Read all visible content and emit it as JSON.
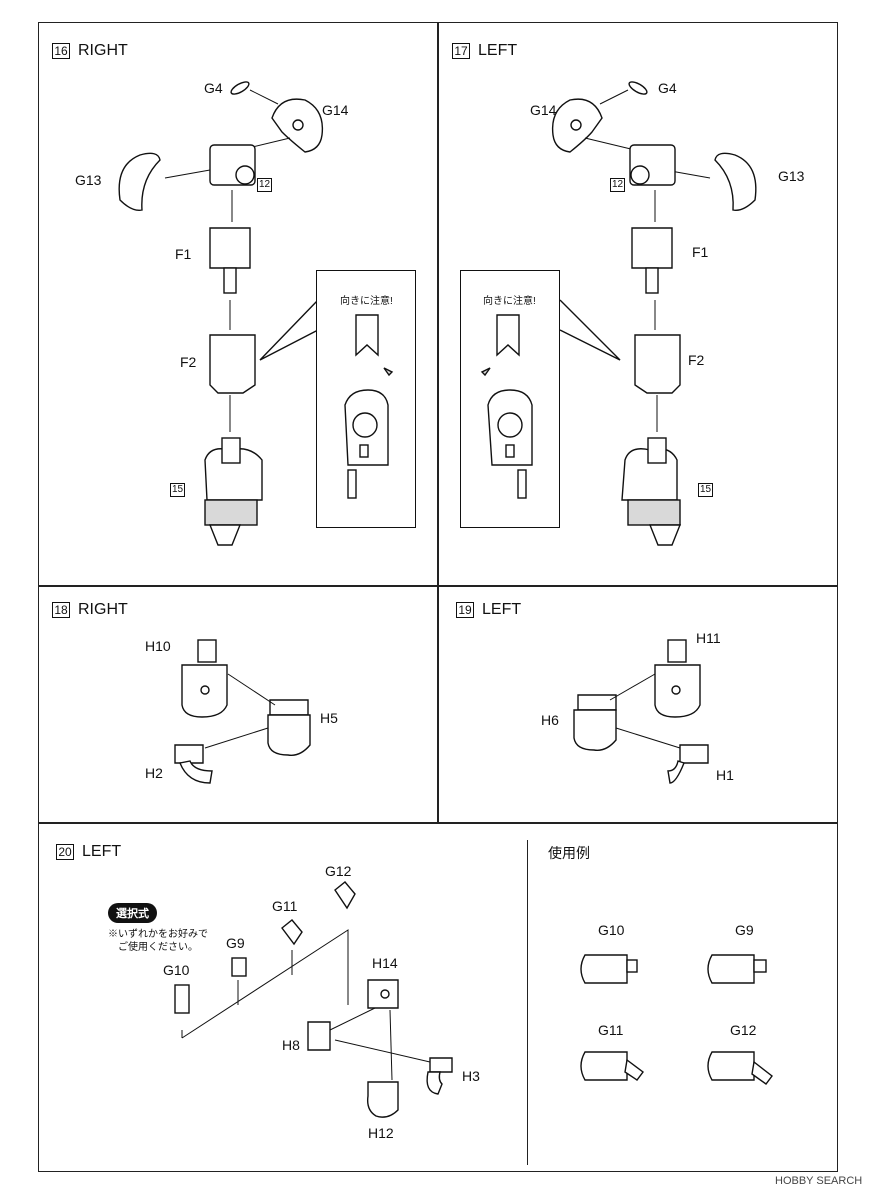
{
  "steps": {
    "s16": {
      "num": "16",
      "title": "RIGHT"
    },
    "s17": {
      "num": "17",
      "title": "LEFT"
    },
    "s18": {
      "num": "18",
      "title": "RIGHT"
    },
    "s19": {
      "num": "19",
      "title": "LEFT"
    },
    "s20": {
      "num": "20",
      "title": "LEFT"
    }
  },
  "labels": {
    "g4": "G4",
    "g14": "G14",
    "g13": "G13",
    "f1": "F1",
    "f2": "F2",
    "h10": "H10",
    "h5": "H5",
    "h2": "H2",
    "h11": "H11",
    "h6": "H6",
    "h1": "H1",
    "g12": "G12",
    "g11": "G11",
    "g9": "G9",
    "g10": "G10",
    "h14": "H14",
    "h8": "H8",
    "h3": "H3",
    "h12": "H12"
  },
  "refs": {
    "r12": "12",
    "r15": "15"
  },
  "notes": {
    "caution": "向きに注意!",
    "selection_badge": "選択式",
    "selection_text_1": "※いずれかをお好みで",
    "selection_text_2": "ご使用ください。",
    "usage_title": "使用例"
  },
  "watermark": "HOBBY SEARCH"
}
